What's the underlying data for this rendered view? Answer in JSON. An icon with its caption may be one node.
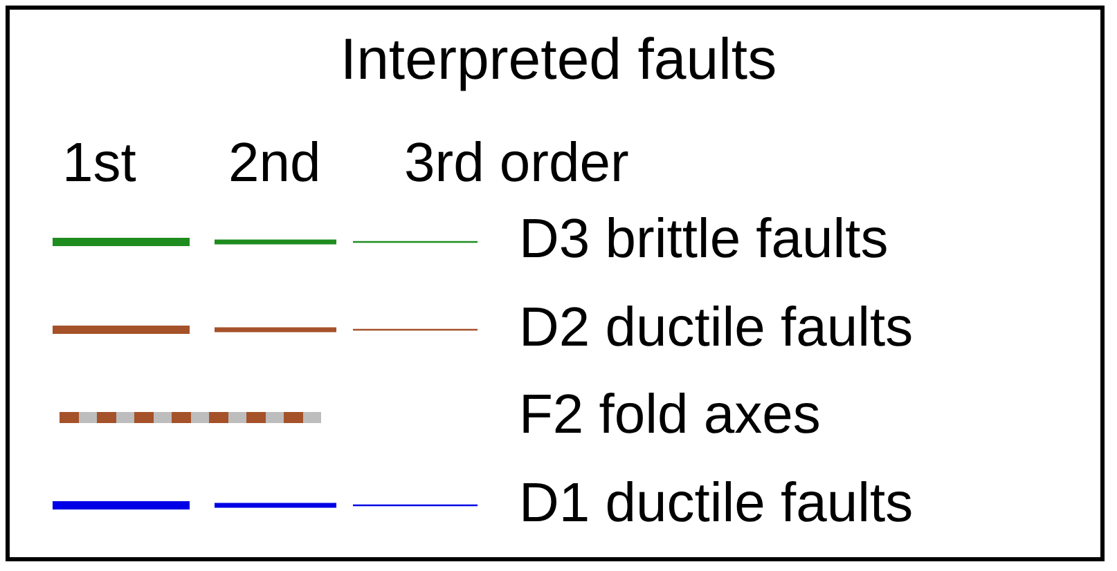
{
  "diagram": {
    "title": "Interpreted faults",
    "labels": [
      "1st",
      "2nd",
      "3rd order"
    ],
    "legend": [
      {
        "text": "D3 brittle faults"
      },
      {
        "text": "D2 ductile faults"
      },
      {
        "text": "F2 fold axes"
      },
      {
        "text": "D1 ductile faults"
      }
    ]
  }
}
